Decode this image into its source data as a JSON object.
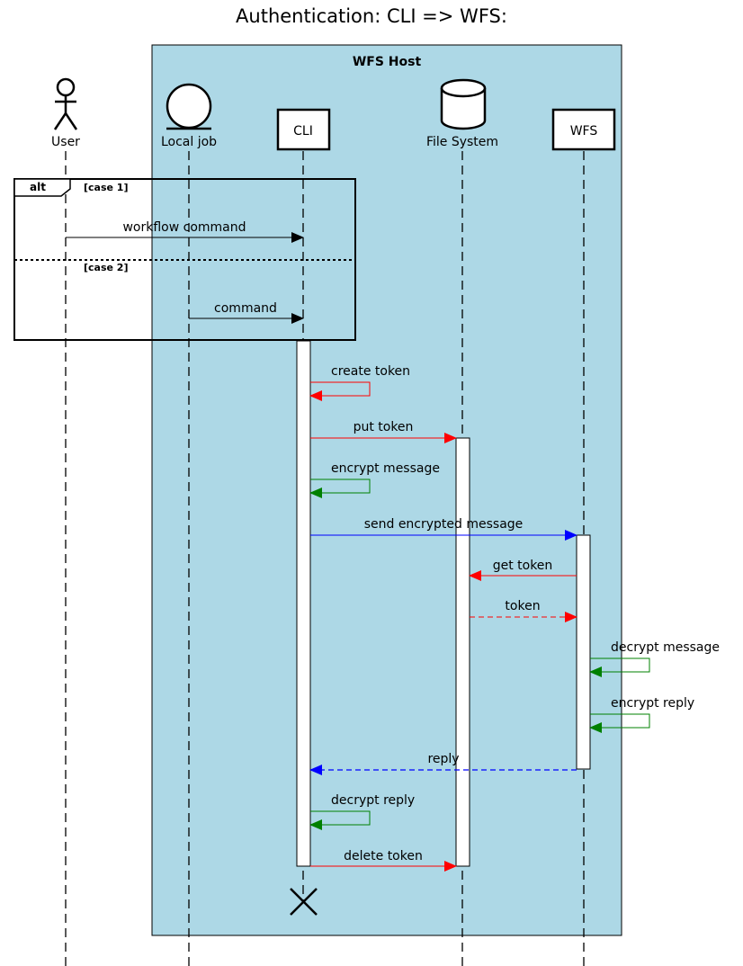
{
  "title": "Authentication: CLI => WFS:",
  "host": {
    "label": "WFS Host",
    "fill": "#add8e6"
  },
  "participants": {
    "user": "User",
    "local_job": "Local job",
    "cli": "CLI",
    "file_system": "File System",
    "wfs": "WFS"
  },
  "alt": {
    "tag": "alt",
    "case1": "[case 1]",
    "case2": "[case 2]"
  },
  "colors": {
    "black": "#000000",
    "red": "#ff0000",
    "green": "#008000",
    "blue": "#0000ff"
  },
  "messages": {
    "workflow_command": "workflow command",
    "command": "command",
    "create_token": "create token",
    "put_token": "put token",
    "encrypt_message": "encrypt message",
    "send_encrypted_message": "send encrypted message",
    "get_token": "get token",
    "token": "token",
    "decrypt_message": "decrypt message",
    "encrypt_reply": "encrypt reply",
    "reply": "reply",
    "decrypt_reply": "decrypt reply",
    "delete_token": "delete token"
  }
}
